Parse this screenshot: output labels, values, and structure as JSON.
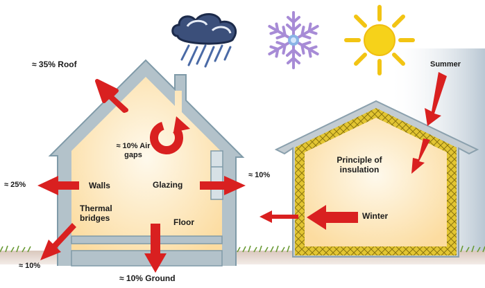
{
  "labels": {
    "roof": "≈ 35% Roof",
    "air_gaps": "≈ 10% Air gaps",
    "walls_pct": "≈ 25%",
    "walls": "Walls",
    "glazing": "Glazing",
    "glazing_pct": "≈ 10%",
    "thermal_bridges": "Thermal bridges",
    "floor": "Floor",
    "bridges_pct": "≈ 10%",
    "ground": "≈ 10% Ground",
    "summer": "Summer",
    "principle": "Principle of insulation",
    "winter": "Winter"
  },
  "icons": [
    "rain-cloud-icon",
    "snowflake-icon",
    "sun-icon"
  ],
  "colors": {
    "arrow": "#d92020",
    "house_outline": "#7f9aa8",
    "interior_warm": "#fde9b9",
    "insulation": "#e0c431",
    "sun": "#f2c413",
    "snowflake": "#a78bd6",
    "cloud": "#283a63",
    "grass": "#6a9a35"
  }
}
